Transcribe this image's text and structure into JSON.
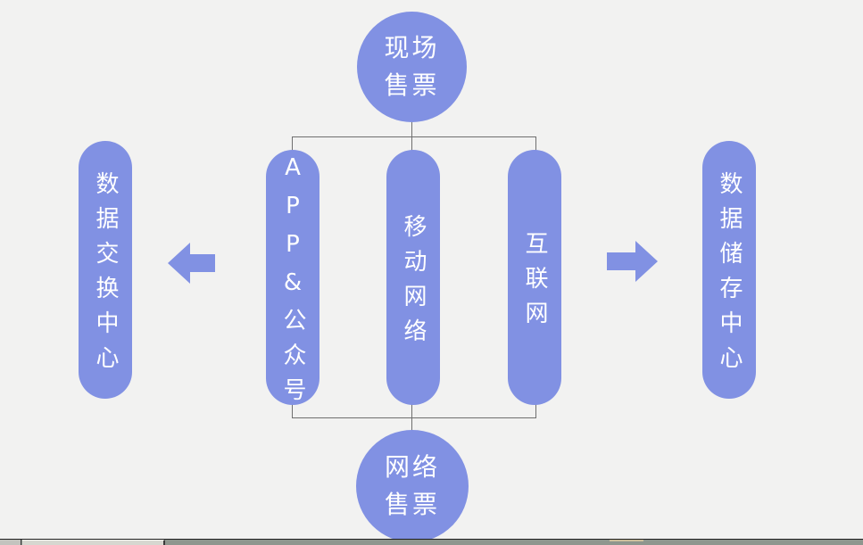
{
  "palette": {
    "shape_blue": "#8191e3",
    "text_white": "#ffffff",
    "line_gray": "#6f6f6f",
    "canvas_bg": "#f2f2f1",
    "edgebar_bg": "#8e968e"
  },
  "diagram": {
    "top_circle": {
      "label": "现场售票",
      "line1": "现场",
      "line2": "售票"
    },
    "bottom_circle": {
      "label": "网络售票",
      "line1": "网络",
      "line2": "售票"
    },
    "left_pill": {
      "label": "数据交换中心"
    },
    "right_pill": {
      "label": "数据储存中心"
    },
    "middle_pills": [
      {
        "label": "APP&公众号"
      },
      {
        "label": "移动网络"
      },
      {
        "label": "互联网"
      }
    ],
    "arrows": [
      {
        "direction": "left"
      },
      {
        "direction": "right"
      }
    ]
  }
}
